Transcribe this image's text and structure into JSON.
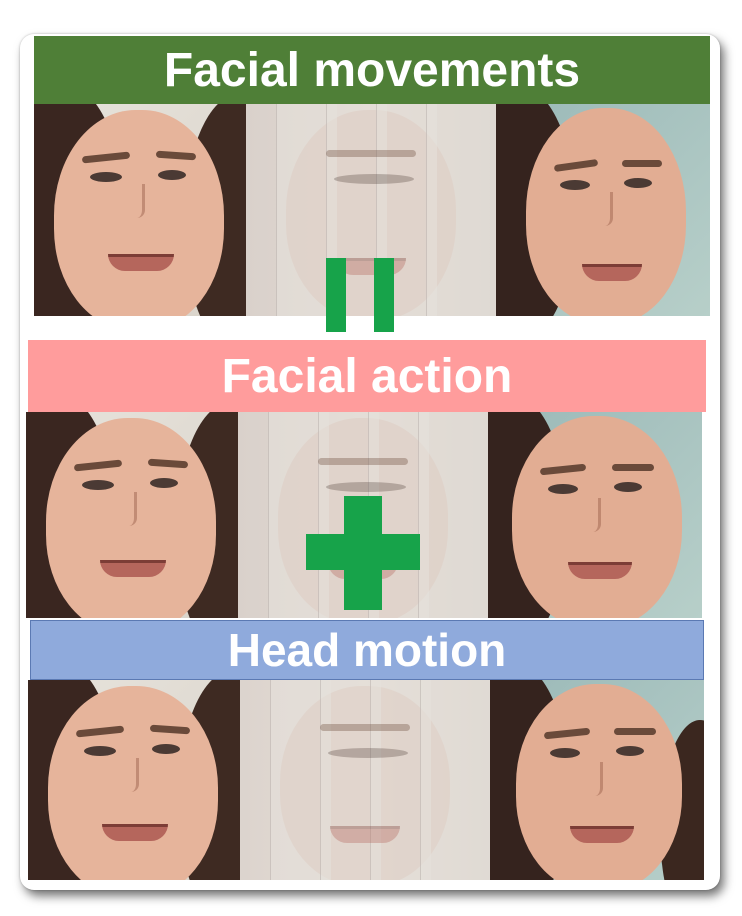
{
  "banners": {
    "facial_movements": {
      "label": "Facial movements",
      "color": "#4f7f37"
    },
    "facial_action": {
      "label": "Facial action",
      "color": "#ff9c9c"
    },
    "head_motion": {
      "label": "Head motion",
      "color": "#8faadc"
    }
  },
  "symbols": {
    "equals": {
      "icon": "equals-icon",
      "color": "#17a34a"
    },
    "plus": {
      "icon": "plus-icon",
      "color": "#17a34a"
    }
  },
  "strips": [
    {
      "name": "facial-movements-strip",
      "frames": [
        "face-frame-first",
        "face-frame-overlay",
        "face-frame-last"
      ]
    },
    {
      "name": "facial-action-strip",
      "frames": [
        "face-frame-first",
        "face-frame-overlay",
        "face-frame-last"
      ]
    },
    {
      "name": "head-motion-strip",
      "frames": [
        "face-frame-first",
        "face-frame-overlay",
        "face-frame-last"
      ]
    }
  ]
}
